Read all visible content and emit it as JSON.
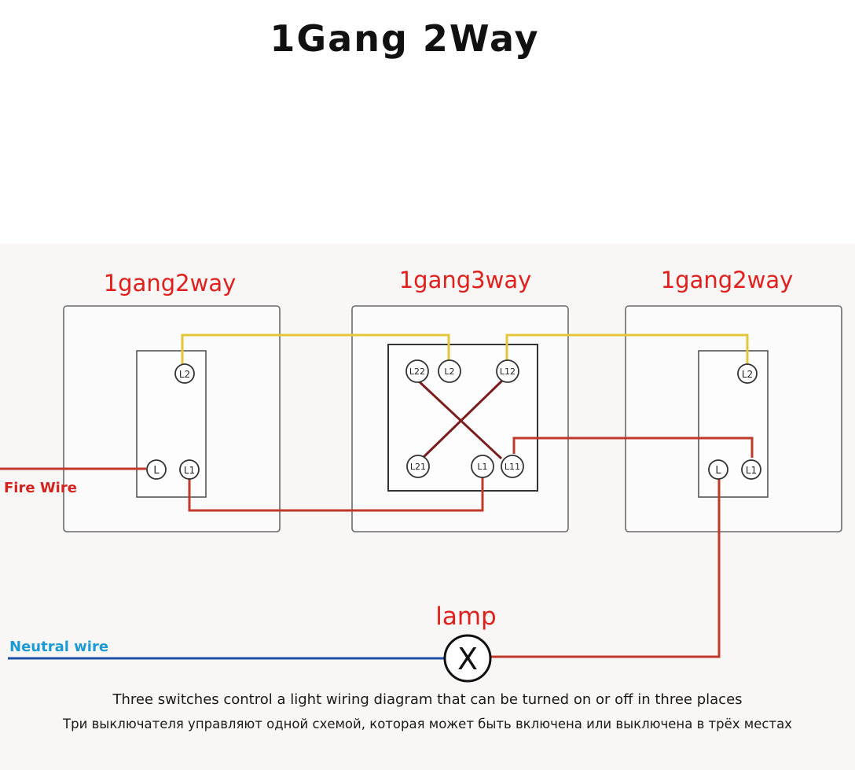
{
  "title": "1Gang 2Way",
  "switches": {
    "left": {
      "label": "1gang2way",
      "terminals": [
        "L2",
        "L",
        "L1"
      ]
    },
    "middle": {
      "label": "1gang3way",
      "terminals": [
        "L22",
        "L2",
        "L12",
        "L21",
        "L1",
        "L11"
      ]
    },
    "right": {
      "label": "1gang2way",
      "terminals": [
        "L2",
        "L",
        "L1"
      ]
    }
  },
  "wires": {
    "fire": {
      "label": "Fire Wire",
      "color": "#d2231e"
    },
    "neutral": {
      "label": "Neutral wire",
      "color": "#1c9ad6"
    },
    "yellow_color": "#e3c63a",
    "brown_color": "#7a1d1d",
    "red_color": "#c0392b",
    "blue_line_color": "#1f4fa8"
  },
  "lamp": {
    "label": "lamp",
    "symbol": "X"
  },
  "captions": {
    "en": "Three switches control a light wiring diagram that can be turned on or off in three places",
    "ru": "Три выключателя управляют одной схемой, которая может быть включена или выключена в трёх местах"
  },
  "label_color": "#e0201c"
}
